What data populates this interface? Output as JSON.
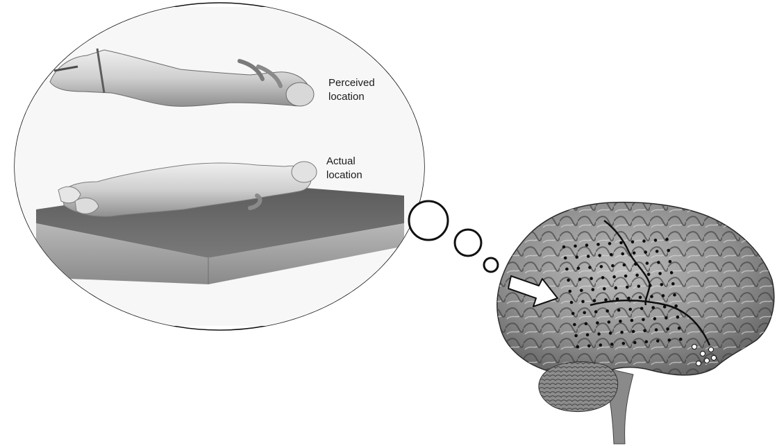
{
  "labels": {
    "perceived_line1": "Perceived",
    "perceived_line2": "location",
    "actual_line1": "Actual",
    "actual_line2": "location"
  },
  "icons": {
    "thought_bubble": "thought-bubble-icon",
    "brain": "brain-icon",
    "arrow": "arrow-right-icon",
    "electrode_grid": "electrode-grid-icon"
  },
  "colors": {
    "outline": "#111111",
    "table_top": "#6a6a6a",
    "table_side": "#9a9a9a",
    "body_shade": "#c8c8c8",
    "brain_fill": "#9c9c9c",
    "brain_dark": "#4a4a4a",
    "electrode": "#0d0d0d"
  }
}
